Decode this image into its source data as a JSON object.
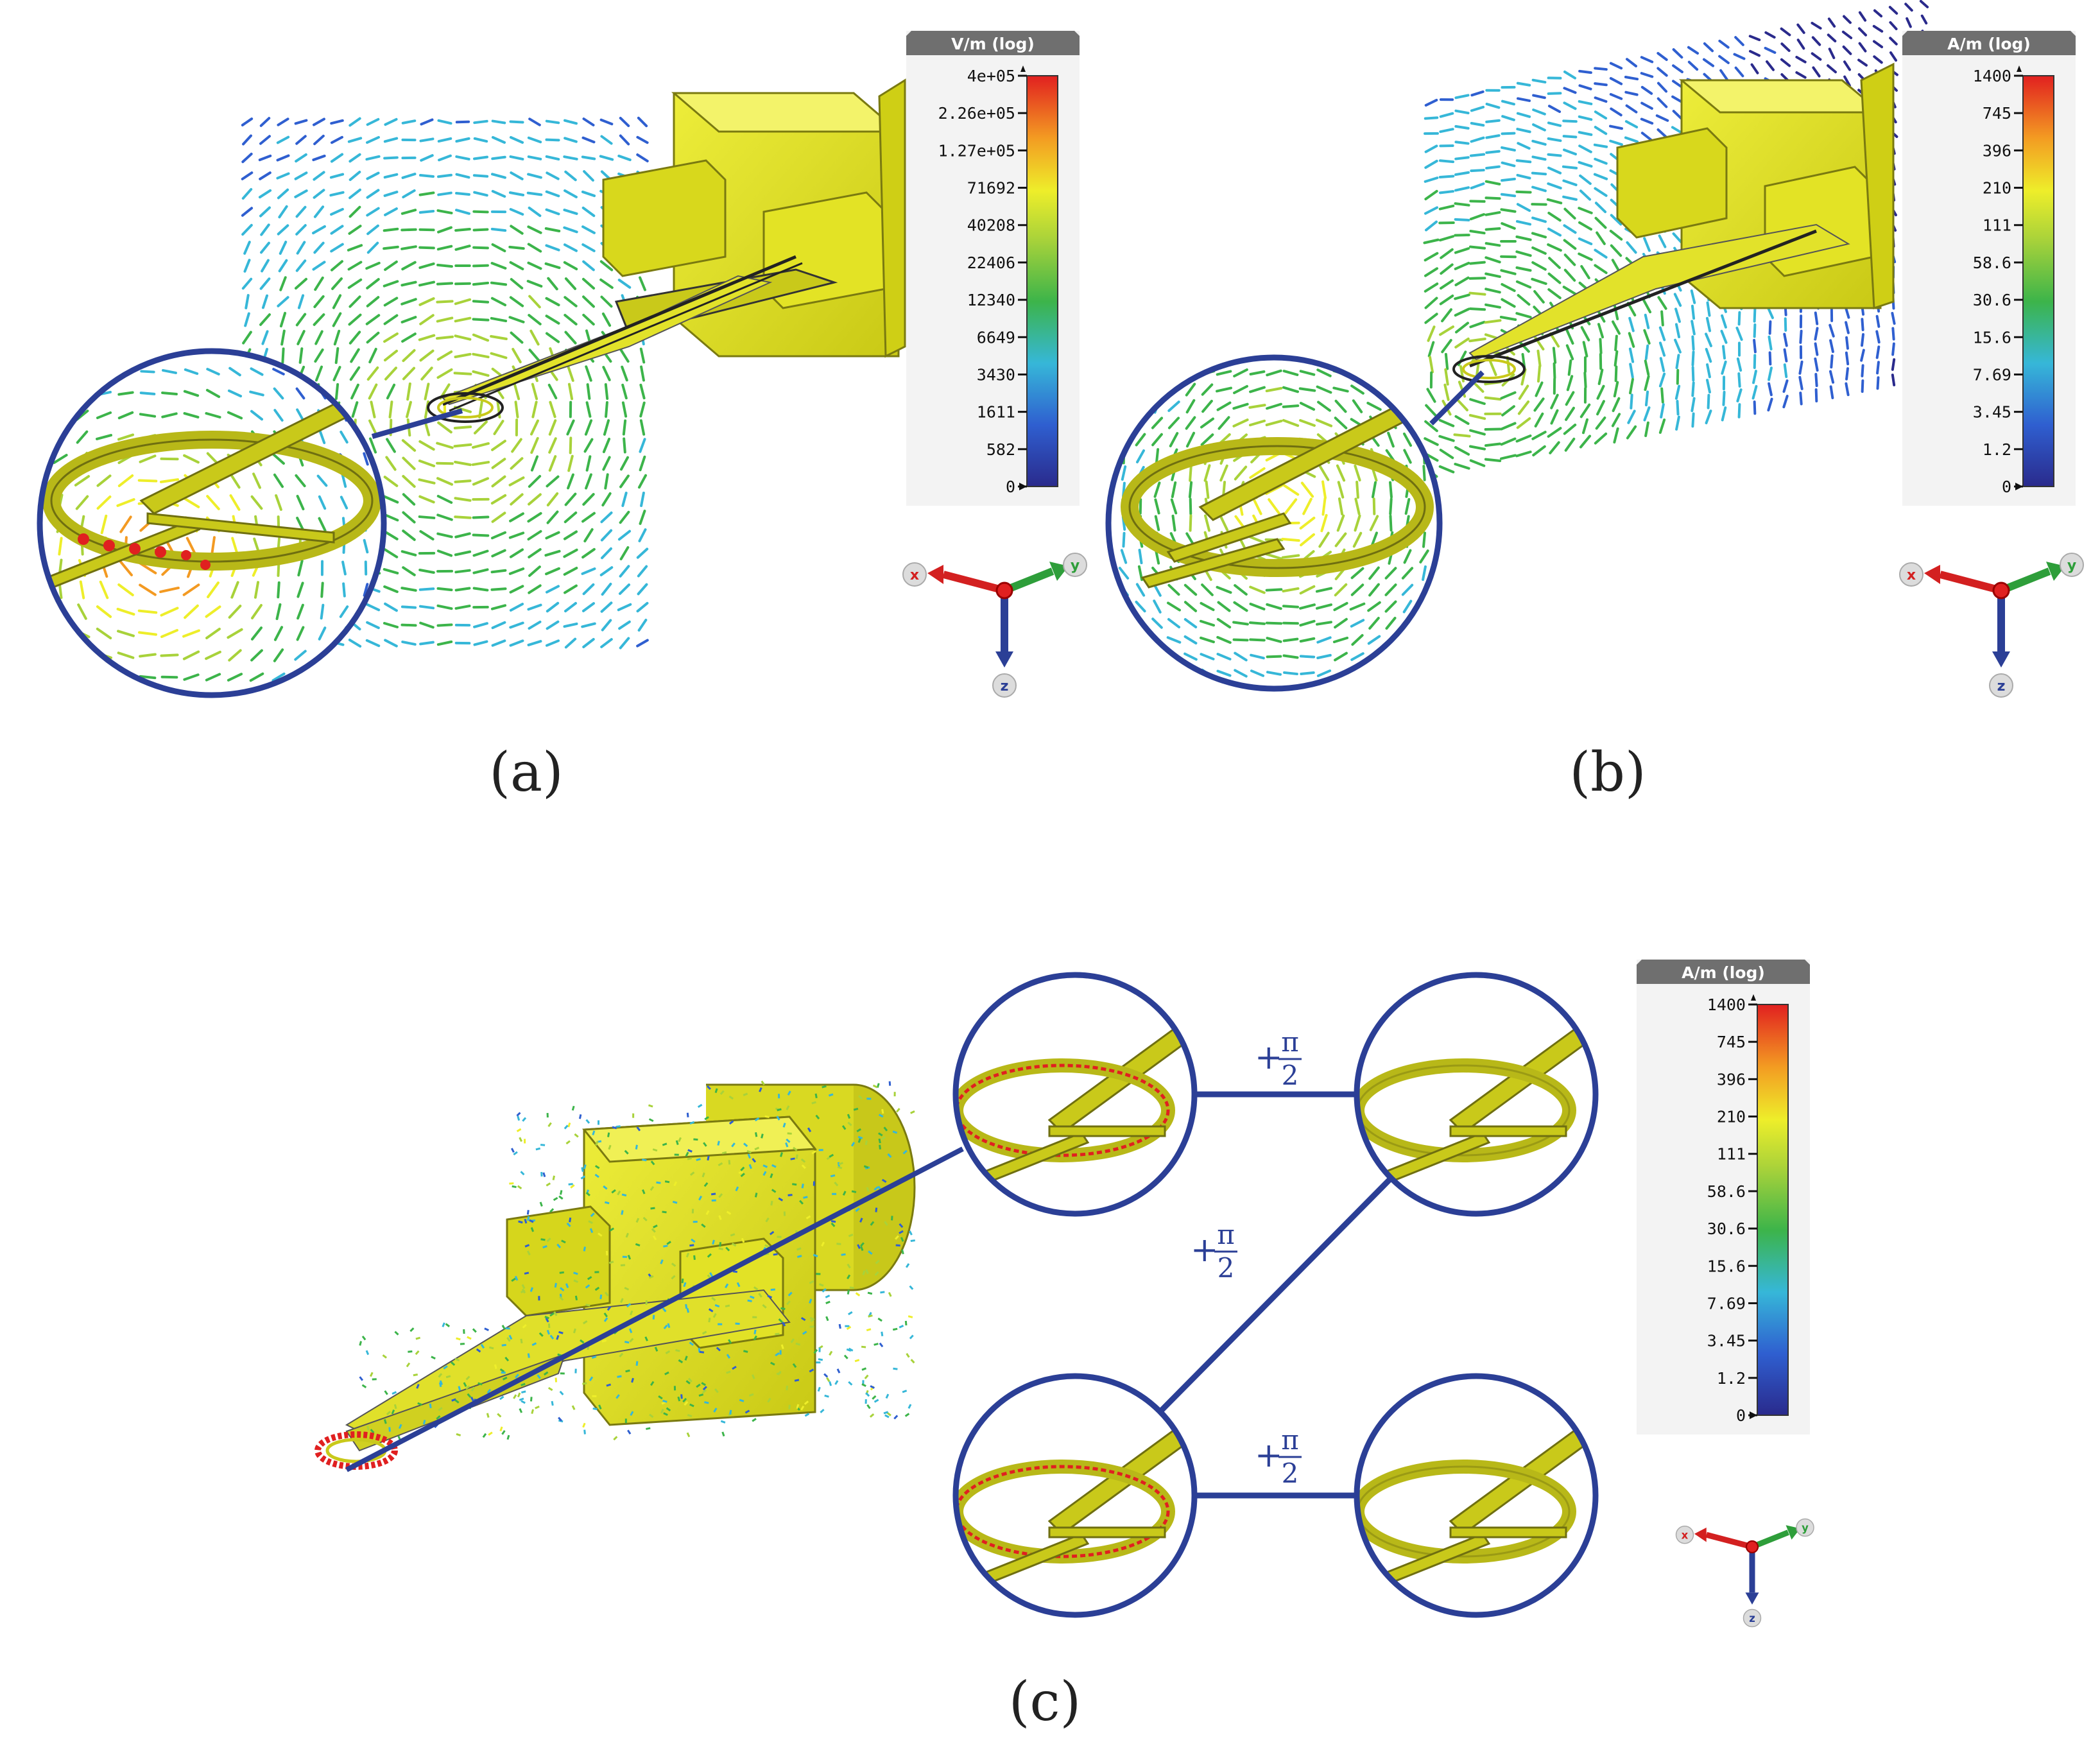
{
  "panels": [
    {
      "id": "a",
      "label": "(a)"
    },
    {
      "id": "b",
      "label": "(b)"
    },
    {
      "id": "c",
      "label": "(c)"
    }
  ],
  "colorbars": [
    {
      "id": "cb-a",
      "title": "V/m (log)",
      "ticks": [
        "4e+05",
        "2.26e+05",
        "1.27e+05",
        "71692",
        "40208",
        "22406",
        "12340",
        "6649",
        "3430",
        "1611",
        "582",
        "0"
      ]
    },
    {
      "id": "cb-b",
      "title": "A/m (log)",
      "ticks": [
        "1400",
        "745",
        "396",
        "210",
        "111",
        "58.6",
        "30.6",
        "15.6",
        "7.69",
        "3.45",
        "1.2",
        "0"
      ]
    },
    {
      "id": "cb-c",
      "title": "A/m (log)",
      "ticks": [
        "1400",
        "745",
        "396",
        "210",
        "111",
        "58.6",
        "30.6",
        "15.6",
        "7.69",
        "3.45",
        "1.2",
        "0"
      ]
    }
  ],
  "axes": {
    "x": "x",
    "y": "y",
    "z": "z"
  },
  "phase_shifts": {
    "sign": "+",
    "numerator": "π",
    "denominator": "2"
  },
  "colors": {
    "structure": "#e4e41e",
    "structure_dark": "#9a9a14",
    "ring": "#2b3f96",
    "axis_x": "#d32020",
    "axis_y": "#2e9e3a",
    "axis_z": "#2b3f96",
    "cb_title_bg": "#6f6f6f",
    "cb_bg": "#f3f3f3"
  }
}
